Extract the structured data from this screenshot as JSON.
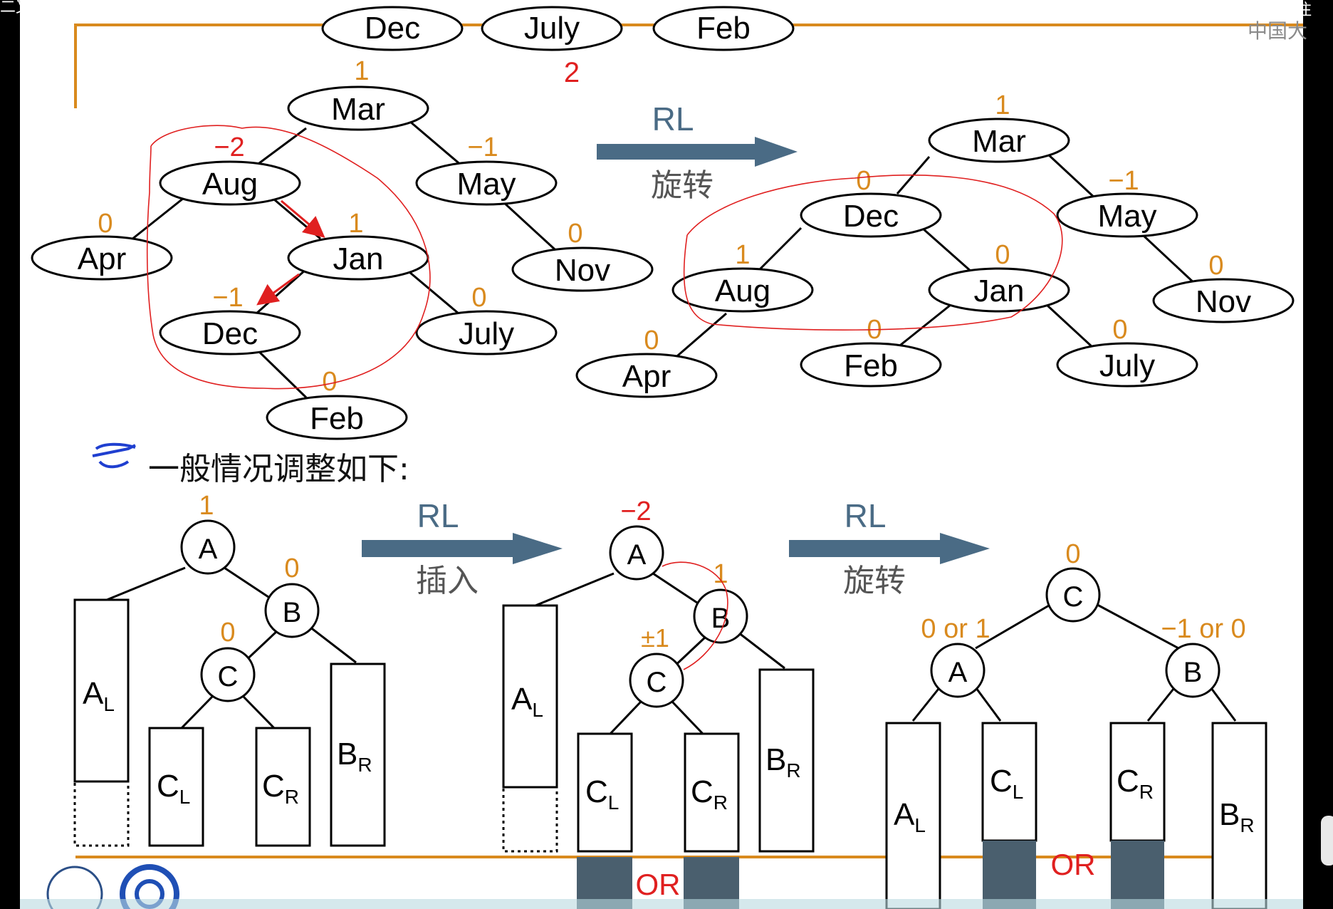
{
  "window": {
    "title": "二叉树的调整",
    "follow_label": "+ 关注",
    "watermark": "中国大"
  },
  "top": {
    "inserted": [
      "Dec",
      "July",
      "Feb"
    ],
    "inserted_marker": "2",
    "arrow": {
      "label": "RL",
      "sub": "旋转"
    },
    "before": {
      "nodes": [
        {
          "id": "mar",
          "label": "Mar",
          "balance": "1"
        },
        {
          "id": "aug",
          "label": "Aug",
          "balance": "−2"
        },
        {
          "id": "may",
          "label": "May",
          "balance": "−1"
        },
        {
          "id": "apr",
          "label": "Apr",
          "balance": "0"
        },
        {
          "id": "jan",
          "label": "Jan",
          "balance": "1"
        },
        {
          "id": "nov",
          "label": "Nov",
          "balance": "0"
        },
        {
          "id": "dec",
          "label": "Dec",
          "balance": "−1"
        },
        {
          "id": "july",
          "label": "July",
          "balance": "0"
        },
        {
          "id": "feb",
          "label": "Feb",
          "balance": "0"
        }
      ]
    },
    "after": {
      "nodes": [
        {
          "id": "mar",
          "label": "Mar",
          "balance": "1"
        },
        {
          "id": "dec",
          "label": "Dec",
          "balance": "0"
        },
        {
          "id": "may",
          "label": "May",
          "balance": "−1"
        },
        {
          "id": "aug",
          "label": "Aug",
          "balance": "1"
        },
        {
          "id": "jan",
          "label": "Jan",
          "balance": "0"
        },
        {
          "id": "nov",
          "label": "Nov",
          "balance": "0"
        },
        {
          "id": "apr",
          "label": "Apr",
          "balance": "0"
        },
        {
          "id": "feb",
          "label": "Feb",
          "balance": "0"
        },
        {
          "id": "july",
          "label": "July",
          "balance": "0"
        }
      ]
    }
  },
  "general": {
    "heading": "一般情况调整如下:",
    "arrow1": {
      "label": "RL",
      "sub": "插入"
    },
    "arrow2": {
      "label": "RL",
      "sub": "旋转"
    },
    "or_label": "OR",
    "stage1": {
      "a": "A",
      "b": "B",
      "c": "C",
      "ba": "1",
      "bb": "0",
      "bc": "0"
    },
    "stage2": {
      "a": "A",
      "b": "B",
      "c": "C",
      "ba": "−2",
      "bb": "1",
      "bc": "±1"
    },
    "stage3": {
      "a": "A",
      "b": "B",
      "c": "C",
      "bc": "0",
      "ba": "0 or 1",
      "bb": "−1 or 0"
    },
    "subtrees": {
      "al": "A",
      "al_sub": "L",
      "cl": "C",
      "cl_sub": "L",
      "cr": "C",
      "cr_sub": "R",
      "br": "B",
      "br_sub": "R"
    }
  }
}
